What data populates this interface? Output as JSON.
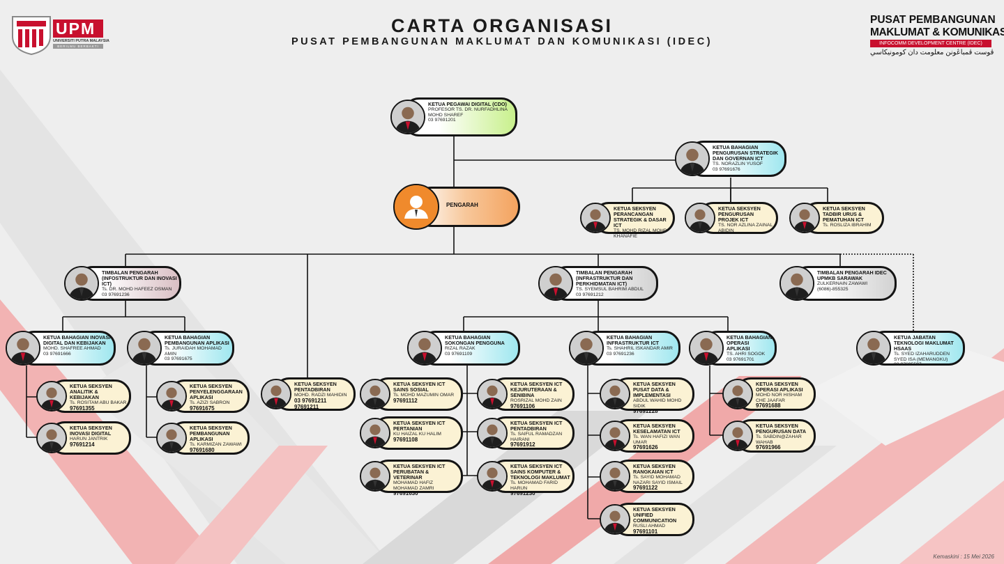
{
  "header": {
    "title": "CARTA ORGANISASI",
    "subtitle": "PUSAT PEMBANGUNAN MAKLUMAT DAN KOMUNIKASI (IDEC)"
  },
  "logo_upm": {
    "text": "UPM",
    "line1": "UNIVERSITI PUTRA MALAYSIA",
    "line2": "BERILMU BERBAKTI"
  },
  "logo_idec": {
    "line1": "PUSAT PEMBANGUNAN",
    "line2": "MAKLUMAT & KOMUNIKASI",
    "line3": "INFOCOMM DEVELOPMENT CENTRE (IDEC)",
    "line4": "ڤوست ڤمباڠونن معلومت دان كومونيكاسي"
  },
  "footer": "Kemaskini : 15 Mei 2026",
  "colors": {
    "cream": "#fbf2d4",
    "cyan": "#9fe7ef",
    "pink": "#d9bfc4",
    "green": "#c8f08c",
    "orange": "#f4a35f",
    "accent_red": "#e06a6a"
  },
  "cdo": {
    "title": "KETUA PEGAWAI DIGITAL (CDO)",
    "name": "PROFESOR TS. DR. NURFADHLINA MOHD SHAREF",
    "phone": "03 97691201"
  },
  "pengarah": {
    "title": "PENGARAH",
    "icon": "user-icon"
  },
  "bpsgi": {
    "title": "KETUA BAHAGIAN PENGURUSAN STRATEGIK DAN GOVERNAN ICT",
    "name": "TS. NORAZLIN YUSOF",
    "phone": "03 97691676"
  },
  "bpsgi_units": [
    {
      "title": "KETUA SEKSYEN PERANCANGAN STRATEGIK & DASAR ICT",
      "name": "TS. MOHD RIZAL MOHD KHANAFIE"
    },
    {
      "title": "KETUA SEKSYEN PENGURUSAN PROJEK ICT",
      "name": "TS. NOR AZLINA ZAINAL ABIDIN"
    },
    {
      "title": "KETUA SEKSYEN TADBIR URUS & PEMATUHAN ICT",
      "name": "Ts. ROSLIZA IBRAHIM"
    }
  ],
  "tp1": {
    "title": "TIMBALAN PENGARAH (INFOSTRUKTUR DAN INOVASI ICT)",
    "name": "Ts. DR. MOHD HAFEEZ OSMAN",
    "phone": "03 97691236"
  },
  "tp2": {
    "title": "TIMBALAN PENGARAH (INFRASTRUKTUR DAN PERKHIDMATAN ICT)",
    "name": "TS. SYEMSUL BAHRIM ABDUL",
    "phone": "03 97691212"
  },
  "tp3": {
    "title": "TIMBALAN PENGARAH IDEC UPMKB SARAWAK",
    "name": "ZULKERNAIN ZAWAWI",
    "phone": "(6086)-855325"
  },
  "bidk": {
    "title": "KETUA BAHAGIAN INOVASI DIGITAL DAN KEBIJAKAN",
    "name": "MOHD. SHAFREE AHMAD",
    "phone": "03 97691666"
  },
  "bpa": {
    "title": "KETUA BAHAGIAN PEMBANGUNAN APLIKASI",
    "name": "Ts. JURAIDAH MOHAMAD AMIN",
    "phone": "03 97691675"
  },
  "pentadbiran": {
    "title": "KETUA SEKSYEN PENTADBIRAN",
    "name": "MOHD. RADZI MAHIDIN",
    "phone": "03 97691211",
    "phone2": "97691211"
  },
  "bsp": {
    "title": "KETUA BAHAGIAN SOKONGAN PENGGUNA",
    "name": "RIZAL RAZAK",
    "phone": "03 97691109"
  },
  "bi": {
    "title": "KETUA BAHAGIAN INFRASTRUKTUR ICT",
    "name": "Ts. SHAHRIL ISKANDAR AMIR",
    "phone": "03 97691236"
  },
  "boa": {
    "title": "KETUA BAHAGIAN OPERASI APLIKASI",
    "name": "TS. AHRI SOGOK",
    "phone": "03 97691701"
  },
  "jtm": {
    "title": "KETUA JABATAN TEKNOLOGI MAKLUMAT HSAAS",
    "name": "Ts. SYED IZAHARUDDEN SYED ISA (MEMANGKU)",
    "phone": "03 97695597"
  },
  "bidk_units": [
    {
      "title": "KETUA SEKSYEN ANALITIK & KEBIJAKAN",
      "name": "Ts. ROSITAM ABU BAKAR",
      "phone": "97691355"
    },
    {
      "title": "KETUA SEKSYEN INOVASI DIGITAL",
      "name": "HARUN JANTRIK",
      "phone": "97691214"
    }
  ],
  "bpa_units": [
    {
      "title": "KETUA SEKSYEN PENYELENGGARAAN APLIKASI",
      "name": "Ts. AZIZI SABRON",
      "phone": "97691675"
    },
    {
      "title": "KETUA SEKSYEN PEMBANGUNAN APLIKASI",
      "name": "Ts. KARMIZAN ZAWAWI",
      "phone": "97691680"
    }
  ],
  "bsp_units_left": [
    {
      "title": "KETUA SEKSYEN ICT SAINS SOSIAL",
      "name": "Ts. MOHD MAZUMIN OMAR",
      "phone": "97691112"
    },
    {
      "title": "KETUA SEKSYEN ICT PERTANIAN",
      "name": "KU HAIZAL KU HALIM",
      "phone": "97691108"
    },
    {
      "title": "KETUA SEKSYEN ICT PERUBATAN & VETERINAR",
      "name": "MOHAMAD HAFIZ MOHAMAD ZAMRI",
      "phone": "97691630"
    }
  ],
  "bsp_units_right": [
    {
      "title": "KETUA SEKSYEN ICT KEJURUTERAAN & SENIBINA",
      "name": "ROSRIZAL MOHD ZAIN",
      "phone": "97691106"
    },
    {
      "title": "KETUA SEKSYEN ICT PENTADBIRAN",
      "name": "Ts. SAIFUL RAMADZAN HAIRANI",
      "phone": "97691912"
    },
    {
      "title": "KETUA SEKSYEN ICT SAINS KOMPUTER & TEKNOLOGI MAKLUMAT",
      "name": "Ts. MOHAMAD FARID HARUN",
      "phone": "97691230"
    }
  ],
  "bi_units": [
    {
      "title": "KETUA SEKSYEN PUSAT DATA & IMPLEMENTASI",
      "name": "ABDUL WAHID MOHD SIDIK",
      "phone": "97691228"
    },
    {
      "title": "KETUA SEKSYEN KESELAMATAN ICT",
      "name": "Ts. WAN HAFIZI WAN UMAR",
      "phone": "97691626"
    },
    {
      "title": "KETUA SEKSYEN RANGKAIAN ICT",
      "name": "Ts. SAYID MOHAMAD NAZARI SAYID ISMAIL",
      "phone": "97691122"
    },
    {
      "title": "KETUA SEKSYEN UNIFIED COMMUNICATION",
      "name": "RUSLI AHMAD",
      "phone": "97691101"
    }
  ],
  "boa_units": [
    {
      "title": "KETUA SEKSYEN OPERASI APLIKASI",
      "name": "MOHD NOR HISHAM CHE JAAFAR",
      "phone": "97691688"
    },
    {
      "title": "KETUA SEKSYEN PENGURUSAN DATA",
      "name": "Ts. SABDIN@ZAHAR WAHAB",
      "phone": "97691966"
    }
  ]
}
